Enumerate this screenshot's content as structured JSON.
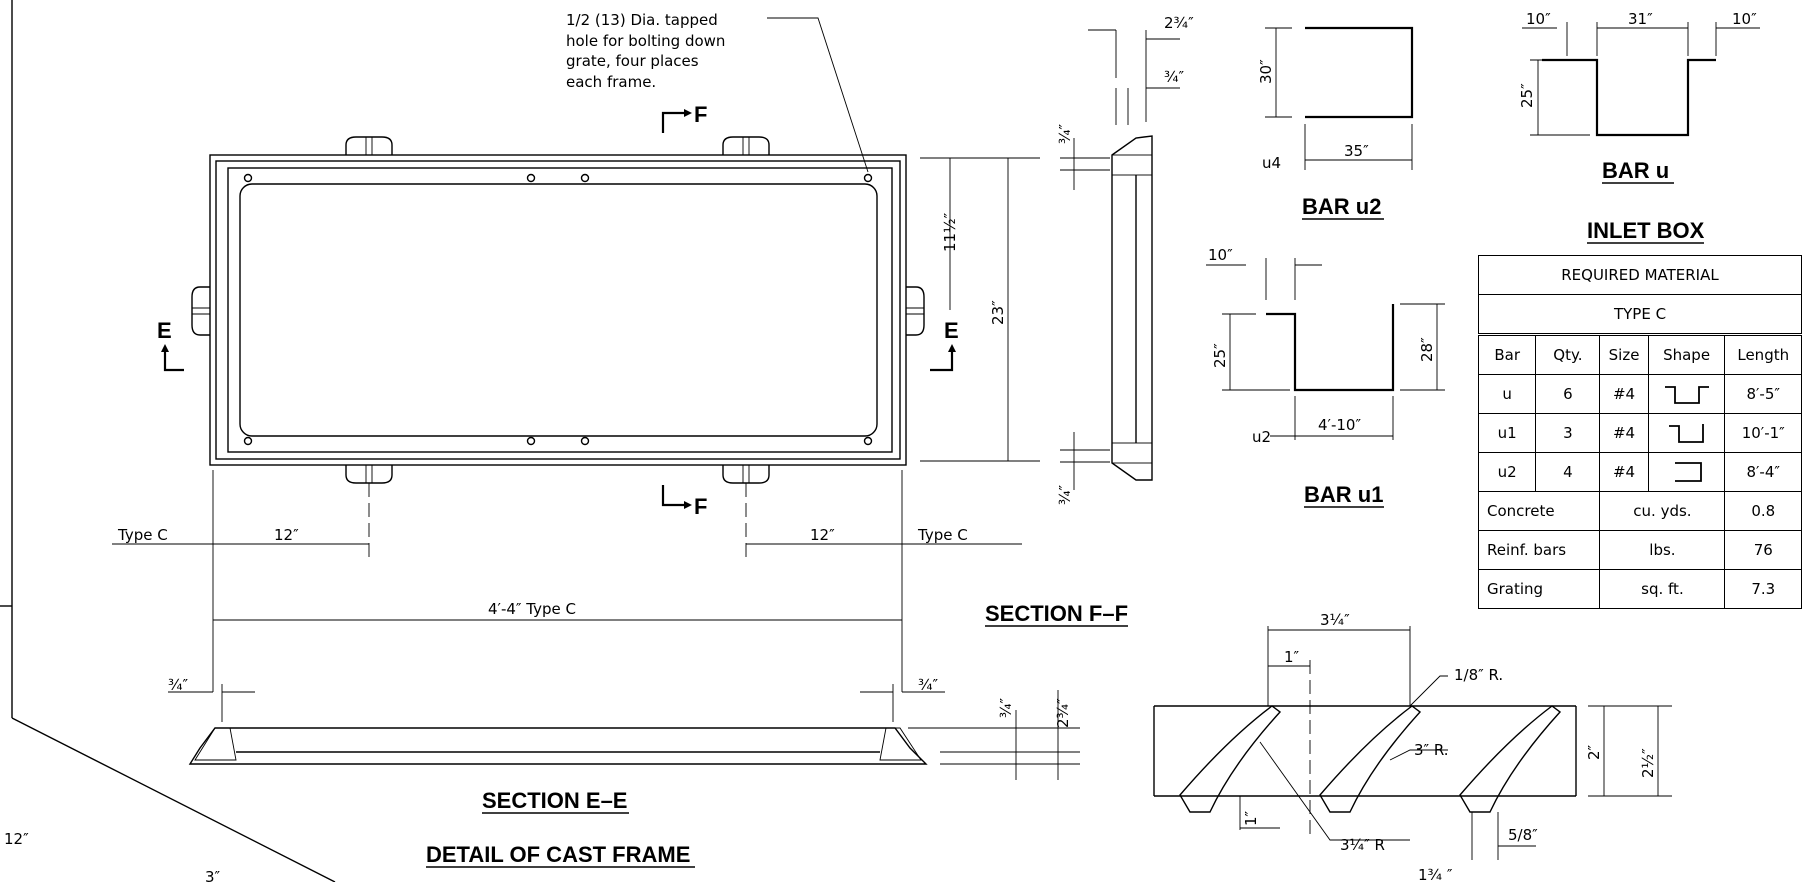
{
  "hole_note": [
    "1/2 (13) Dia. tapped",
    "hole for bolting down",
    "grate, four places",
    "each frame."
  ],
  "section_marks": {
    "f": "F",
    "e": "E"
  },
  "plan_dims": {
    "eleven_half": "11½″",
    "twenty_three": "23″",
    "left_type": "Type C",
    "left_twelve": "12″",
    "right_twelve": "12″",
    "right_type": "Type C",
    "overall": "4′-4″ Type C"
  },
  "section_ff": {
    "title": "SECTION  F–F",
    "two_three_quarter": "2¾″",
    "three_quarter_a": "¾″",
    "three_quarter_b": "¾″",
    "three_quarter_c": "¾″"
  },
  "section_ee": {
    "title": "SECTION  E–E",
    "left_three_quarter": "¾″",
    "right_three_quarter": "¾″",
    "vert_three_quarter": "¾″",
    "vert_two_three_quarter": "2¾″"
  },
  "detail_title": "DETAIL  OF  CAST  FRAME",
  "bar_u2": {
    "title": "BAR  u2",
    "thirty": "30″",
    "thirty_five": "35″",
    "u4": "u4"
  },
  "bar_u": {
    "title": "BAR  u",
    "ten_left": "10″",
    "thirty_one": "31″",
    "ten_right": "10″",
    "twenty_five": "25″"
  },
  "bar_u1": {
    "title": "BAR  u1",
    "ten": "10″",
    "twenty_five": "25″",
    "twenty_eight": "28″",
    "four_ten": "4′-10″",
    "u2": "u2"
  },
  "inlet_title": "INLET  BOX",
  "table": {
    "header1": "REQUIRED  MATERIAL",
    "header2": "TYPE  C",
    "columns": [
      "Bar",
      "Qty.",
      "Size",
      "Shape",
      "Length"
    ],
    "rows": [
      {
        "bar": "u",
        "qty": "6",
        "size": "#4",
        "length": "8′-5″"
      },
      {
        "bar": "u1",
        "qty": "3",
        "size": "#4",
        "length": "10′-1″"
      },
      {
        "bar": "u2",
        "qty": "4",
        "size": "#4",
        "length": "8′-4″"
      }
    ],
    "summary": [
      {
        "item": "Concrete",
        "unit": "cu. yds.",
        "value": "0.8"
      },
      {
        "item": "Reinf. bars",
        "unit": "lbs.",
        "value": "76"
      },
      {
        "item": "Grating",
        "unit": "sq. ft.",
        "value": "7.3"
      }
    ]
  },
  "grate": {
    "three_quarter_top": "3¼″",
    "one": "1″",
    "eighth_r": "1/8″ R.",
    "three_r": "3″ R.",
    "two": "2″",
    "two_half": "2½″",
    "one_low": "1″",
    "three_quarter_r": "3¼″ R",
    "five_eighth": "5/8″",
    "bottom_partial": "1¾ ″"
  },
  "margin": {
    "twelve": "12″",
    "three": "3″"
  }
}
